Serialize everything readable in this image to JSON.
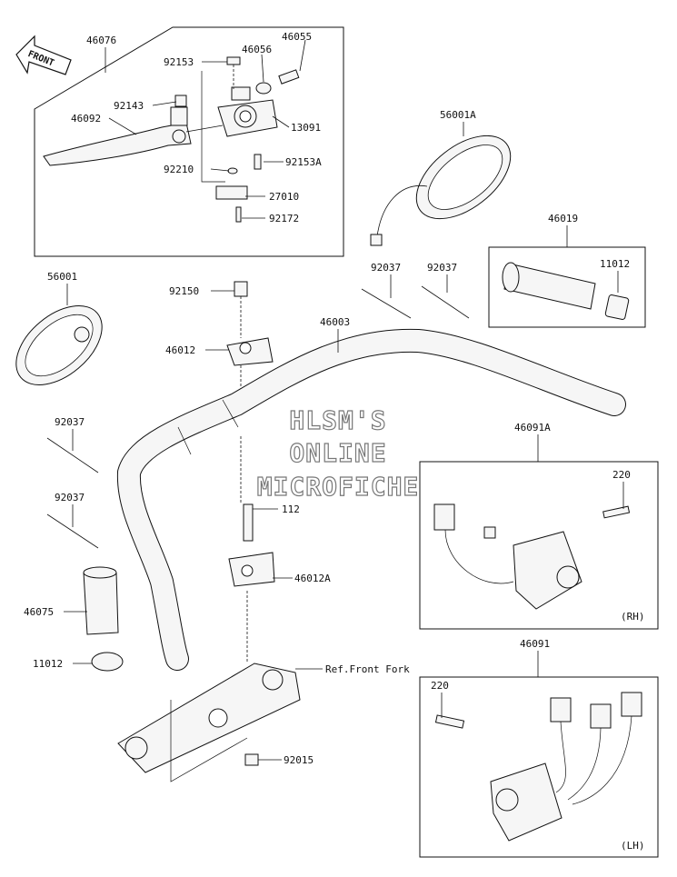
{
  "front_label": "FRONT",
  "watermark": [
    "HLSM'S",
    "ONLINE",
    "MICROFICHE"
  ],
  "side_labels": {
    "rh": "(RH)",
    "lh": "(LH)"
  },
  "parts": {
    "p46076": "46076",
    "p46055": "46055",
    "p46056": "46056",
    "p92153": "92153",
    "p92143": "92143",
    "p46092": "46092",
    "p13091": "13091",
    "p92210": "92210",
    "p92153A": "92153A",
    "p27010": "27010",
    "p92172": "92172",
    "p56001A": "56001A",
    "p46019": "46019",
    "p11012a": "11012",
    "p56001": "56001",
    "p92150": "92150",
    "p92037a": "92037",
    "p92037b": "92037",
    "p46003": "46003",
    "p46012": "46012",
    "p92037c": "92037",
    "p92037d": "92037",
    "p46091A": "46091A",
    "p220a": "220",
    "p112": "112",
    "p46012A": "46012A",
    "p46075": "46075",
    "p11012b": "11012",
    "pRef": "Ref.Front Fork",
    "p46091": "46091",
    "p220b": "220",
    "p92015": "92015"
  }
}
